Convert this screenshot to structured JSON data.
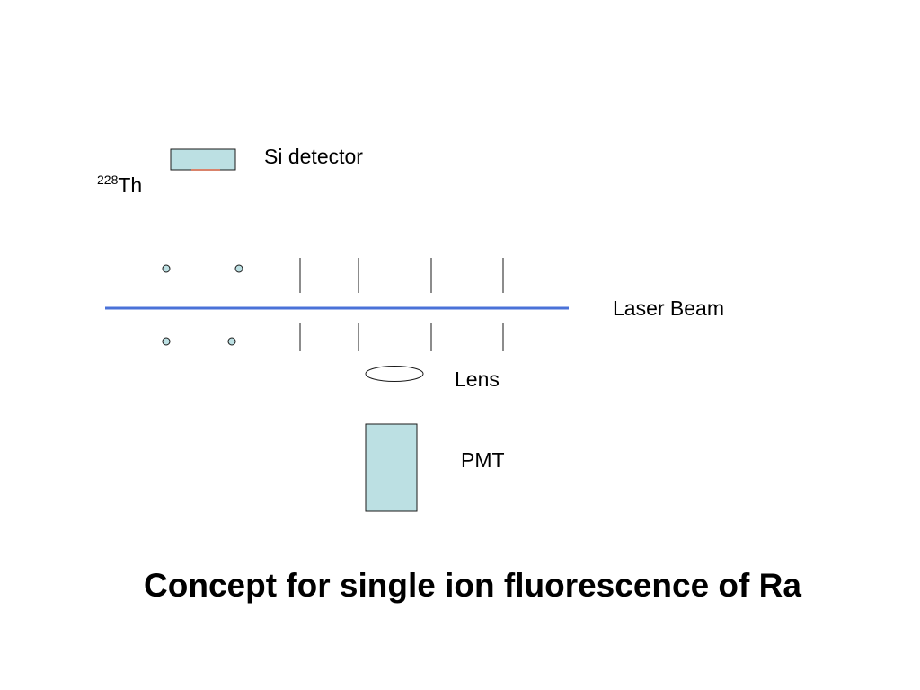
{
  "labels": {
    "si_detector": "Si detector",
    "source_sup": "228",
    "source_main": "Th",
    "laser_beam": "Laser Beam",
    "lens": "Lens",
    "pmt": "PMT"
  },
  "title": "Concept for single ion fluorescence of Ra",
  "colors": {
    "component_fill": "#bce0e3",
    "laser": "#4a72d8",
    "source_accent": "#d9836b",
    "outline": "#1a1a1a"
  }
}
